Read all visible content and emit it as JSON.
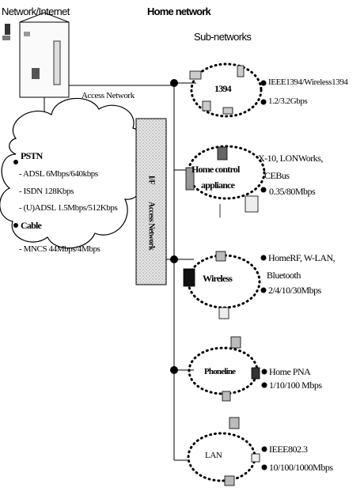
{
  "headers": {
    "network_internet": "Network/Internet",
    "home_network": "Home network",
    "sub_networks": "Sub-networks",
    "access_network": "Access Network"
  },
  "cloud": {
    "pstn": "PSTN",
    "adsl": "- ADSL  6Mbps/640kbps",
    "isdn": "- ISDN  128Kbps",
    "uadsl": "- (U)ADSL 1.5Mbps/512Kbps",
    "cable": "Cable",
    "mcns": "- MNCS 44Mbps/4Mbps"
  },
  "access_box": {
    "vertical_label": "Access Network",
    "if_label": "I/F"
  },
  "subnets": [
    {
      "label": "1394",
      "spec1": "IEEE1394/Wireless1394",
      "spec2": "1.2/3.2Gbps"
    },
    {
      "label1": "Home control",
      "label2": "appliance",
      "spec1": "X-10, LONWorks,",
      "spec1b": "CEBus",
      "spec2": "0.35/80Mbps"
    },
    {
      "label": "Wireless",
      "spec1": "HomeRF, W-LAN,",
      "spec1b": "Bluetooth",
      "spec2": "2/4/10/30Mbps"
    },
    {
      "label": "Phoneline",
      "spec1": "Home PNA",
      "spec2": "1/10/100 Mbps"
    },
    {
      "label": "LAN",
      "spec1": "IEEE802.3",
      "spec2": "10/100/1000Mbps"
    }
  ]
}
